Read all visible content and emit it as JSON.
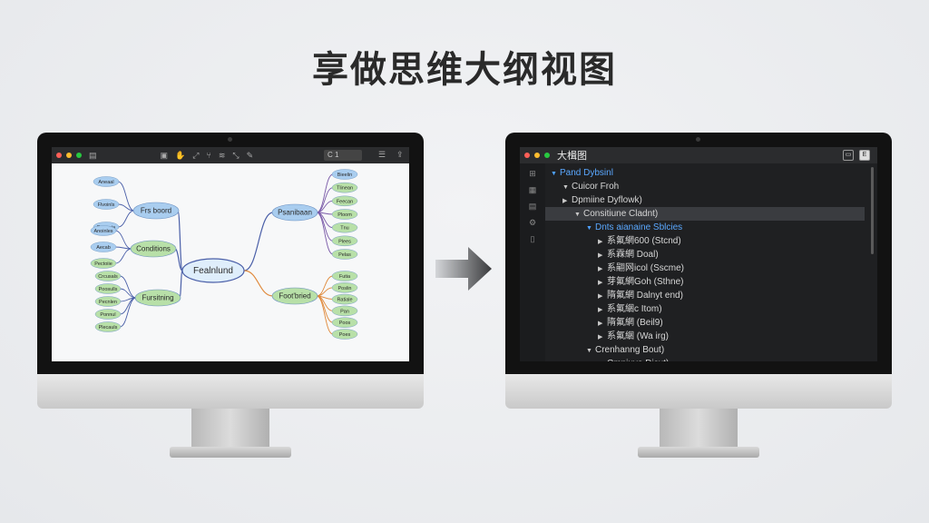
{
  "page": {
    "title": "享做思维大纲视图"
  },
  "colors": {
    "node_blue": "#a9cdef",
    "node_green": "#b8e0a8",
    "branch_blue": "#4a5fa8",
    "branch_orange": "#e0893a",
    "branch_purple": "#7a5aa8",
    "outline_highlight": "#5aa8ff"
  },
  "mindmap": {
    "toolbar": {
      "zoom_value": "C 1"
    },
    "center": "Fealnlund",
    "branches": [
      {
        "label": "Frs boord",
        "leaves": [
          "Aneaal",
          "Flvoinls",
          "Pnennia"
        ]
      },
      {
        "label": "Conditions",
        "leaves": [
          "Anoinles",
          "Aecab",
          "Pectoiie"
        ]
      },
      {
        "label": "Fursitning",
        "leaves": [
          "Crcusals",
          "Poosulls",
          "Pecnlen",
          "Ponnul",
          "Plecauls"
        ]
      },
      {
        "label": "Psanibaan",
        "leaves": [
          "Bieelin",
          "Tlinean",
          "Feecan",
          "Ploom",
          "Tnu",
          "Plees",
          "Pelas"
        ]
      },
      {
        "label": "Foot'bried",
        "leaves": [
          "Futia",
          "Poslin",
          "Ratiale",
          "Pan",
          "Poos",
          "Poes"
        ]
      }
    ]
  },
  "arrow": {
    "icon": "right-arrow-icon"
  },
  "outline": {
    "window_title": "大楫图",
    "toolbar_icons": [
      "layout-icon",
      "export-icon"
    ],
    "rail_icons": [
      "grid-icon",
      "layers-icon",
      "document-icon",
      "gear-icon",
      "page-icon"
    ],
    "rows": [
      {
        "text": "Pand Dybsinl",
        "depth": 0,
        "tri": "▼",
        "blue": true,
        "selected": false
      },
      {
        "text": "Cuicor Froh",
        "depth": 1,
        "tri": "▼",
        "blue": false,
        "selected": false
      },
      {
        "text": "Dpmiine Dyflowk)",
        "depth": 1,
        "tri": "▶",
        "blue": false,
        "selected": false
      },
      {
        "text": "Consitiune Cladnt)",
        "depth": 2,
        "tri": "▼",
        "blue": false,
        "selected": true
      },
      {
        "text": "Dnts aianaine Sblcies",
        "depth": 3,
        "tri": "▼",
        "blue": true,
        "selected": false
      },
      {
        "text": "系氟網600 (Stcnd)",
        "depth": 4,
        "tri": "▶",
        "blue": false,
        "selected": false
      },
      {
        "text": "系霖網 Doal)",
        "depth": 4,
        "tri": "▶",
        "blue": false,
        "selected": false
      },
      {
        "text": "系翤网icol (Sscme)",
        "depth": 4,
        "tri": "▶",
        "blue": false,
        "selected": false
      },
      {
        "text": "芽氟網Goh (Sthne)",
        "depth": 4,
        "tri": "▶",
        "blue": false,
        "selected": false
      },
      {
        "text": "隋氟網 Dalnyt end)",
        "depth": 4,
        "tri": "▶",
        "blue": false,
        "selected": false
      },
      {
        "text": "系氟綑c Itom)",
        "depth": 4,
        "tri": "▶",
        "blue": false,
        "selected": false
      },
      {
        "text": "隋氟網 (Beil9)",
        "depth": 4,
        "tri": "▶",
        "blue": false,
        "selected": false
      },
      {
        "text": "系氟綑 (Wa irg)",
        "depth": 4,
        "tri": "▶",
        "blue": false,
        "selected": false
      },
      {
        "text": "Crenhanng Bout)",
        "depth": 3,
        "tri": "▼",
        "blue": false,
        "selected": false
      },
      {
        "text": "Cmniuvo Dicut)",
        "depth": 4,
        "tri": "",
        "blue": false,
        "selected": false,
        "cut": true
      }
    ]
  }
}
